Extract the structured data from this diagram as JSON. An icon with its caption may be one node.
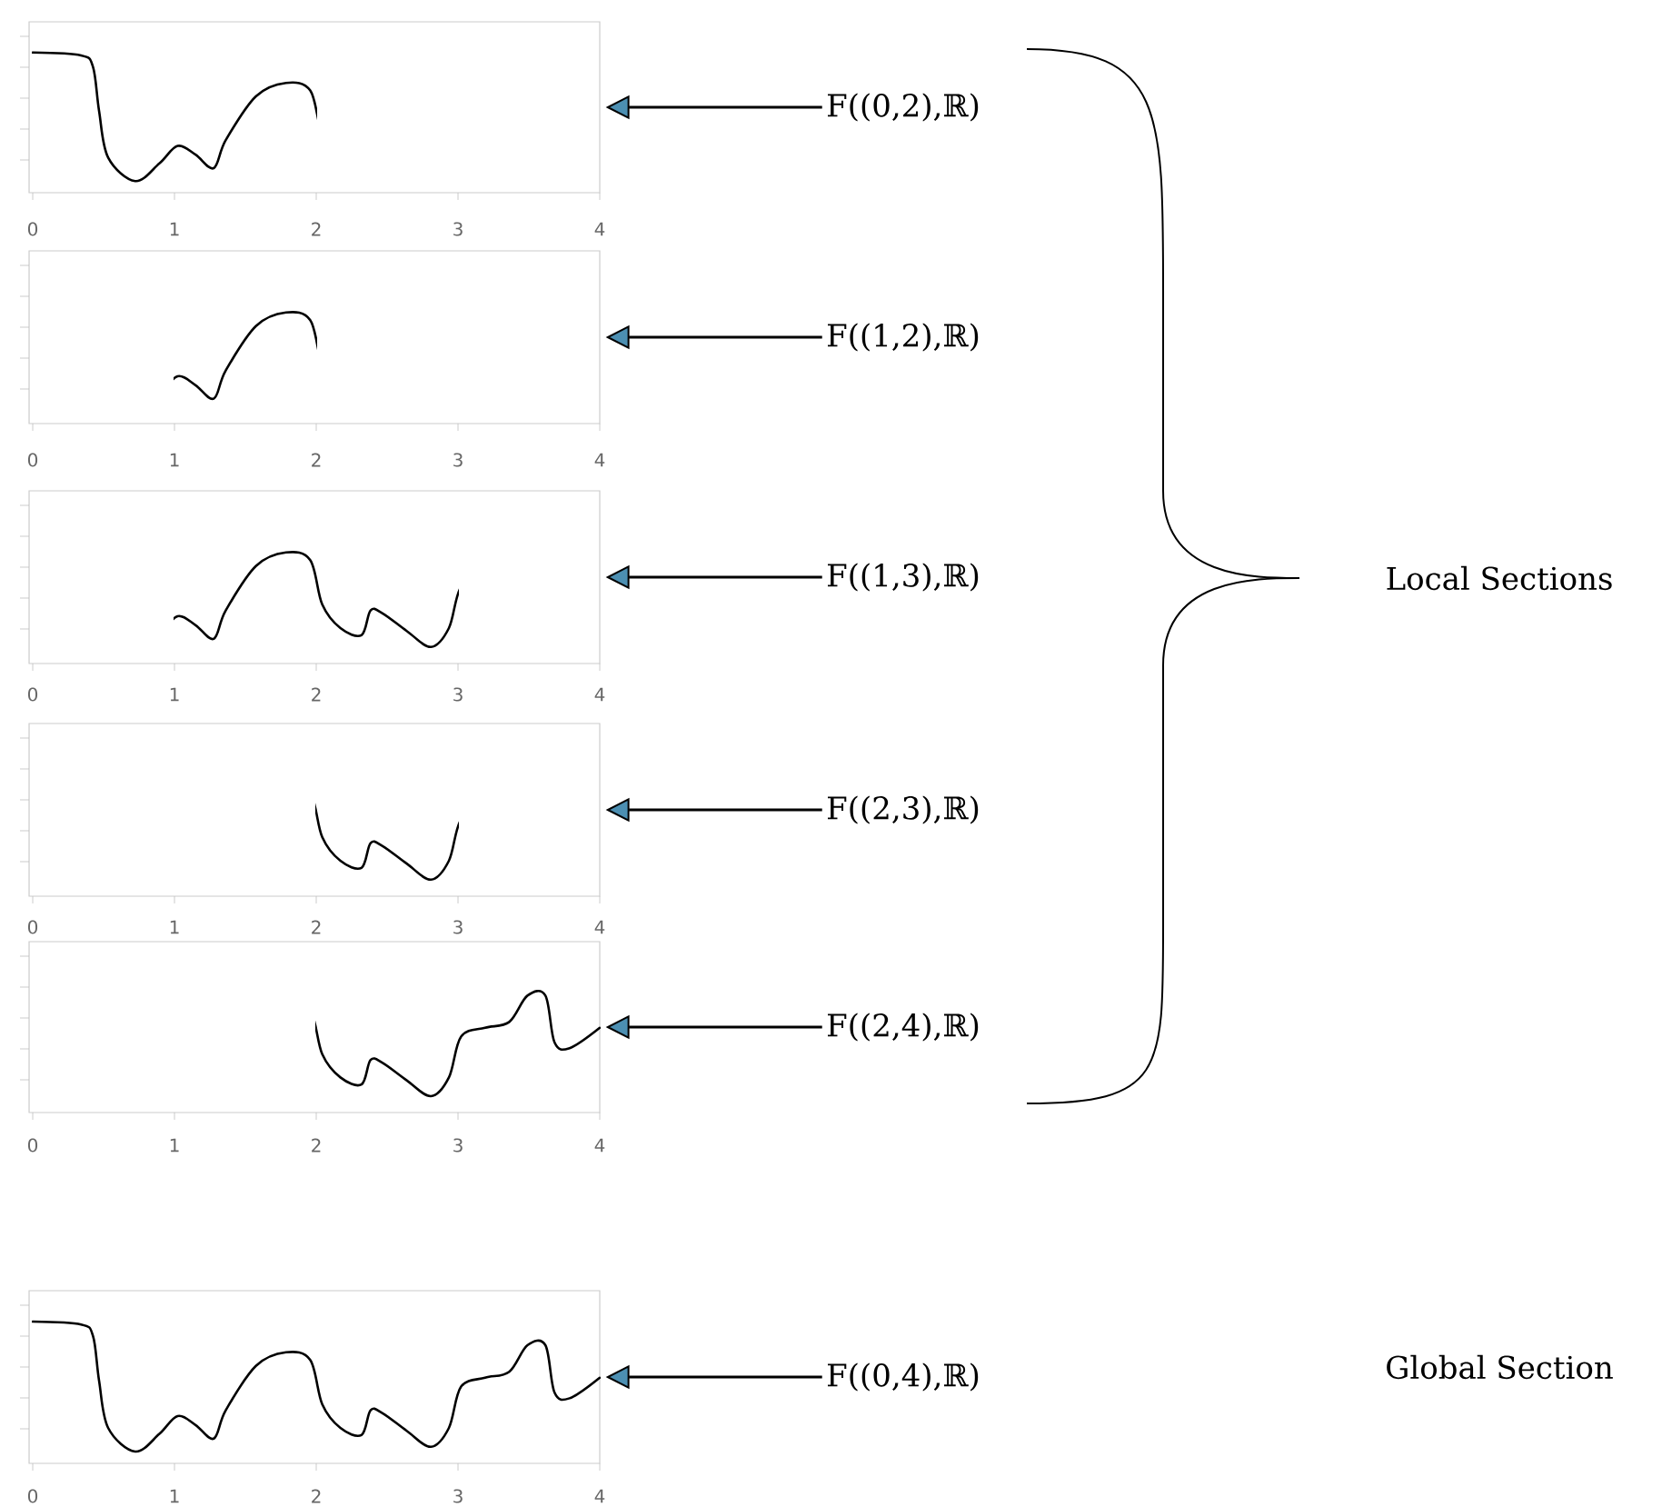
{
  "diagram": {
    "nodes": [
      {
        "text": [],
        "shape": "picture",
        "beside": [
          "0",
          "1",
          "2",
          "3",
          "4"
        ]
      },
      {
        "text": [
          "F((0,2),ℝ)"
        ]
      },
      {
        "text": [],
        "shape": "picture",
        "beside": [
          "0",
          "1",
          "2",
          "3",
          "4"
        ]
      },
      {
        "text": [
          "F((1,2),ℝ)"
        ]
      },
      {
        "text": [],
        "shape": "picture",
        "beside": [
          "0",
          "1",
          "2",
          "3",
          "4"
        ]
      },
      {
        "text": [
          "F((1,3),ℝ)"
        ]
      },
      {
        "text": [],
        "shape": "picture",
        "beside": [
          "0",
          "1",
          "2",
          "3",
          "4"
        ]
      },
      {
        "text": [
          "F((2,3),ℝ)"
        ]
      },
      {
        "text": [],
        "shape": "picture",
        "beside": [
          "0",
          "1",
          "2",
          "3",
          "4"
        ]
      },
      {
        "text": [
          "F((2,4),ℝ)"
        ]
      },
      {
        "text": [],
        "shape": "picture",
        "beside": [
          "0",
          "1",
          "2",
          "3",
          "4"
        ]
      },
      {
        "text": [
          "F((0,4),ℝ)"
        ]
      }
    ],
    "edges": [
      {
        "from": 1,
        "to": 0,
        "arrow": "to"
      },
      {
        "from": 3,
        "to": 2,
        "arrow": "to"
      },
      {
        "from": 5,
        "to": 4,
        "arrow": "to"
      },
      {
        "from": 7,
        "to": 6,
        "arrow": "to"
      },
      {
        "from": 9,
        "to": 8,
        "arrow": "to"
      },
      {
        "from": 11,
        "to": 10,
        "arrow": "to"
      }
    ],
    "labels": [
      "Local Sections",
      "Global Section"
    ]
  }
}
